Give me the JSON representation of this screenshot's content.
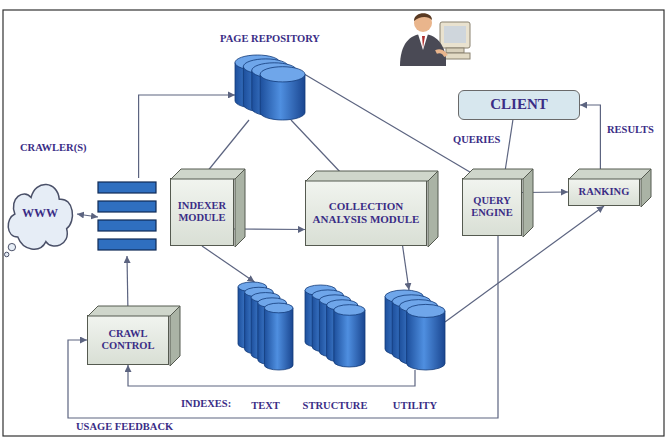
{
  "diagram": {
    "nodes": [
      {
        "text": [
          "PAGE REPOSITORY"
        ]
      },
      {
        "text": [
          "CLIENT"
        ]
      },
      {
        "text": [
          "CRAWLER(S)"
        ]
      },
      {
        "text": [
          "WWW"
        ]
      },
      {
        "text": [
          "INDEXER MODULE"
        ]
      },
      {
        "text": [
          "COLLECTION ANALYSIS MODULE"
        ]
      },
      {
        "text": [
          "QUERY ENGINE"
        ]
      },
      {
        "text": [
          "RANKING"
        ]
      },
      {
        "text": [
          "CRAWL CONTROL"
        ]
      },
      {
        "text": [
          "TEXT"
        ]
      },
      {
        "text": [
          "STRUCTURE"
        ]
      },
      {
        "text": [
          "UTILITY"
        ]
      }
    ],
    "edges": [
      {
        "from": 3,
        "to": 2,
        "arrow": "both"
      },
      {
        "from": 2,
        "to": 0,
        "arrow": "to"
      },
      {
        "from": 2,
        "to": 8,
        "arrow": "both"
      },
      {
        "from": 0,
        "to": 4,
        "arrow": "to"
      },
      {
        "from": 0,
        "to": 5,
        "arrow": "to"
      },
      {
        "from": 0,
        "to": 6,
        "arrow": "to"
      },
      {
        "from": 1,
        "to": 6,
        "label": "QUERIES",
        "arrow": "to"
      },
      {
        "from": 6,
        "to": 7,
        "arrow": "to"
      },
      {
        "from": 7,
        "to": 1,
        "label": "RESULTS",
        "arrow": "to"
      },
      {
        "from": 4,
        "to": 9,
        "arrow": "to"
      },
      {
        "from": 4,
        "to": 5,
        "arrow": "to"
      },
      {
        "from": 5,
        "to": 11,
        "arrow": "to"
      },
      {
        "from": 11,
        "to": 7,
        "arrow": "to"
      },
      {
        "from": 6,
        "to": 8,
        "label": "USAGE FEEDBACK",
        "arrow": "to"
      },
      {
        "from": 11,
        "to": 8,
        "arrow": "to"
      }
    ],
    "labels": [
      "INDEXES:"
    ]
  }
}
